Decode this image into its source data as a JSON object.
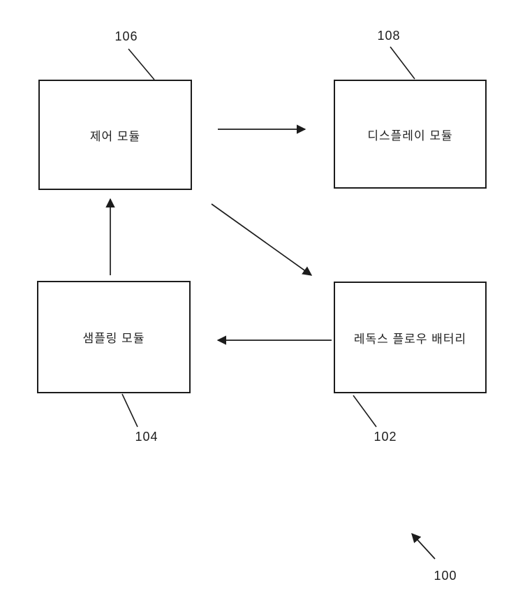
{
  "figure": {
    "background_color": "#ffffff",
    "line_color": "#1c1c1c",
    "figure_ref": "100",
    "nodes": [
      {
        "id": "control-module",
        "label": "제어 모듈",
        "ref": "106",
        "position": "top-left"
      },
      {
        "id": "display-module",
        "label": "디스플레이 모듈",
        "ref": "108",
        "position": "top-right"
      },
      {
        "id": "sampling-module",
        "label": "샘플링 모듈",
        "ref": "104",
        "position": "bottom-left"
      },
      {
        "id": "redox-flow-battery",
        "label": "레독스 플로우 배터리",
        "ref": "102",
        "position": "bottom-right"
      }
    ],
    "edges": [
      {
        "from": "control-module",
        "to": "display-module",
        "style": "horizontal-right-arrow"
      },
      {
        "from": "sampling-module",
        "to": "control-module",
        "style": "vertical-up-arrow"
      },
      {
        "from": "control-module",
        "to": "redox-flow-battery",
        "style": "diagonal-down-right-arrow"
      },
      {
        "from": "redox-flow-battery",
        "to": "sampling-module",
        "style": "horizontal-left-arrow"
      },
      {
        "from": "figure-ref-100",
        "to": "diagram",
        "style": "short-up-left-arrow"
      }
    ]
  }
}
